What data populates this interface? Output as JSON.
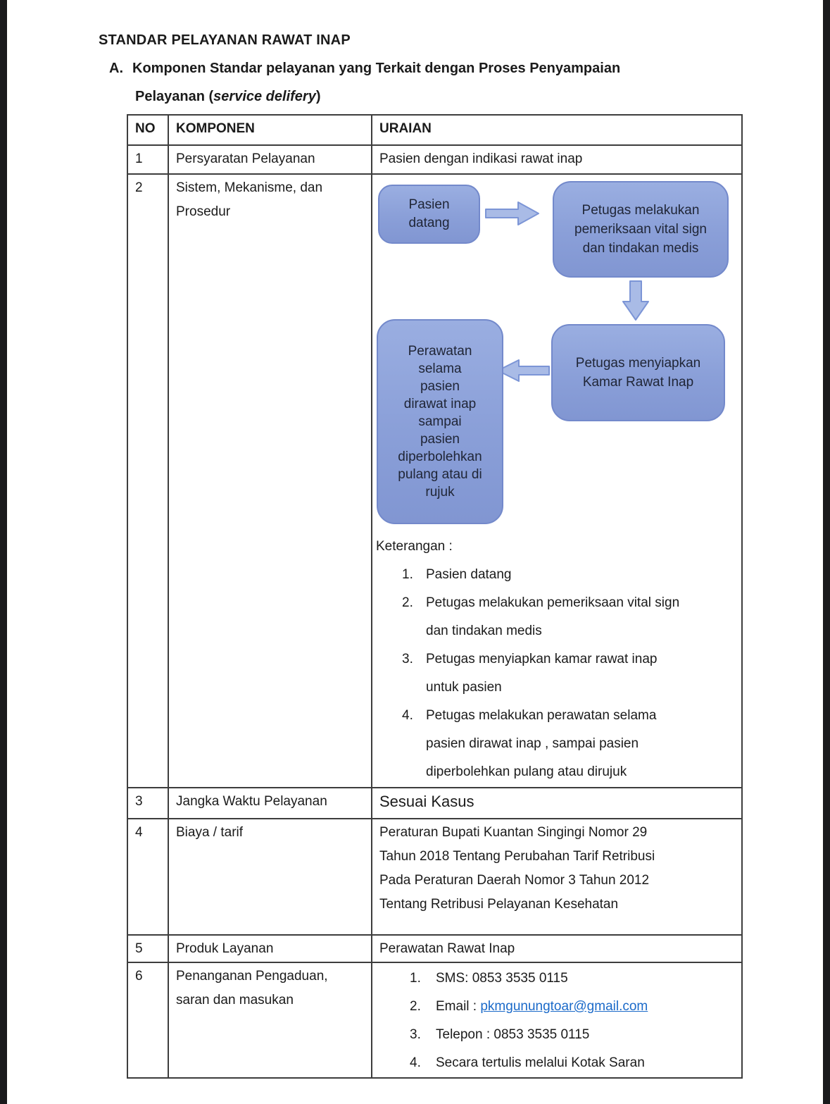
{
  "document": {
    "title": "STANDAR PELAYANAN RAWAT INAP",
    "section": {
      "letter": "A.",
      "heading_line1": "Komponen Standar pelayanan yang Terkait dengan Proses Penyampaian",
      "heading_line2_prefix": "Pelayanan (",
      "heading_line2_italic": "service delifery",
      "heading_line2_suffix": ")"
    }
  },
  "table": {
    "headers": {
      "no": "NO",
      "komponen": "KOMPONEN",
      "uraian": "URAIAN"
    },
    "row1": {
      "no": "1",
      "komponen": "Persyaratan Pelayanan",
      "uraian": "Pasien dengan indikasi rawat inap"
    },
    "row2": {
      "no": "2",
      "komponen": "Sistem, Mekanisme, dan\nProsedur"
    },
    "row3": {
      "no": "3",
      "komponen": "Jangka Waktu Pelayanan",
      "uraian": "Sesuai Kasus"
    },
    "row4": {
      "no": "4",
      "komponen": "Biaya / tarif",
      "uraian": "Peraturan Bupati Kuantan Singingi Nomor 29\nTahun 2018 Tentang Perubahan Tarif Retribusi\nPada Peraturan Daerah Nomor 3 Tahun 2012\nTentang Retribusi Pelayanan Kesehatan"
    },
    "row5": {
      "no": "5",
      "komponen": "Produk Layanan",
      "uraian": "Perawatan Rawat Inap"
    },
    "row6": {
      "no": "6",
      "komponen": "Penanganan Pengaduan,\nsaran dan masukan",
      "items": [
        {
          "num": "1.",
          "text": "SMS: 0853 3535 0115"
        },
        {
          "num": "2.",
          "prefix": "Email : ",
          "link": "pkmgunungtoar@gmail.com"
        },
        {
          "num": "3.",
          "text": "Telepon : 0853 3535 0115"
        },
        {
          "num": "4.",
          "text": "Secara tertulis melalui Kotak Saran"
        }
      ]
    }
  },
  "flowchart": {
    "box_pasien_datang": "Pasien\ndatang",
    "box_vital_sign": "Petugas melakukan\npemeriksaan vital sign\ndan tindakan medis",
    "box_kamar_inap": "Petugas menyiapkan\nKamar Rawat Inap",
    "box_perawatan": "Perawatan\nselama\npasien\ndirawat inap\nsampai\npasien\ndiperbolehkan\npulang atau di\nrujuk"
  },
  "keterangan": {
    "label": "Keterangan :",
    "items": [
      {
        "num": "1.",
        "text": "Pasien datang"
      },
      {
        "num": "2.",
        "text": "Petugas melakukan pemeriksaan vital sign\ndan tindakan medis"
      },
      {
        "num": "3.",
        "text": "Petugas menyiapkan kamar rawat inap\nuntuk pasien"
      },
      {
        "num": "4.",
        "text": "Petugas melakukan perawatan selama\npasien dirawat inap , sampai pasien\ndiperbolehkan pulang atau dirujuk"
      }
    ]
  },
  "colors": {
    "flow_box_fill_top": "#9AAEE1",
    "flow_box_fill_bottom": "#8196D2",
    "flow_box_border": "#7389CB",
    "flow_arrow_fill": "#A9BBE6",
    "flow_arrow_border": "#7C95D6",
    "link_blue": "#1B6AC9",
    "table_border": "#3D3D3D",
    "edge_strip": "#1A1A1C"
  }
}
